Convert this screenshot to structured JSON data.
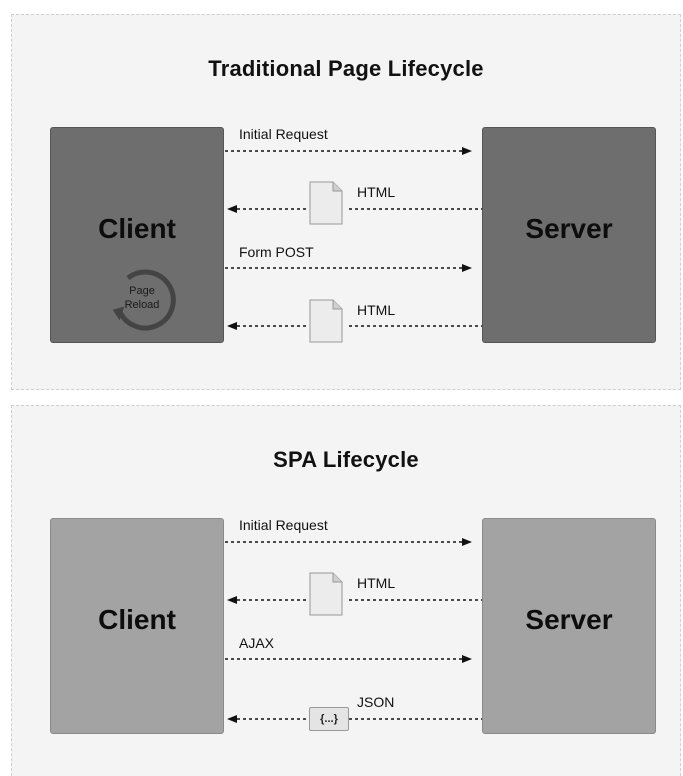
{
  "traditional": {
    "title": "Traditional Page Lifecycle",
    "client_label": "Client",
    "server_label": "Server",
    "reload_label_line1": "Page",
    "reload_label_line2": "Reload",
    "messages": [
      {
        "label": "Initial Request",
        "direction": "to-server"
      },
      {
        "label": "HTML",
        "direction": "to-client",
        "icon": "document-icon"
      },
      {
        "label": "Form POST",
        "direction": "to-server"
      },
      {
        "label": "HTML",
        "direction": "to-client",
        "icon": "document-icon"
      }
    ]
  },
  "spa": {
    "title": "SPA Lifecycle",
    "client_label": "Client",
    "server_label": "Server",
    "messages": [
      {
        "label": "Initial Request",
        "direction": "to-server"
      },
      {
        "label": "HTML",
        "direction": "to-client",
        "icon": "document-icon"
      },
      {
        "label": "AJAX",
        "direction": "to-server"
      },
      {
        "label": "JSON",
        "direction": "to-client",
        "icon": "json-icon",
        "icon_text": "{...}"
      }
    ]
  },
  "colors": {
    "traditional_box": "#6e6e6e",
    "spa_box": "#a3a3a3",
    "panel_bg": "#f4f4f4"
  }
}
